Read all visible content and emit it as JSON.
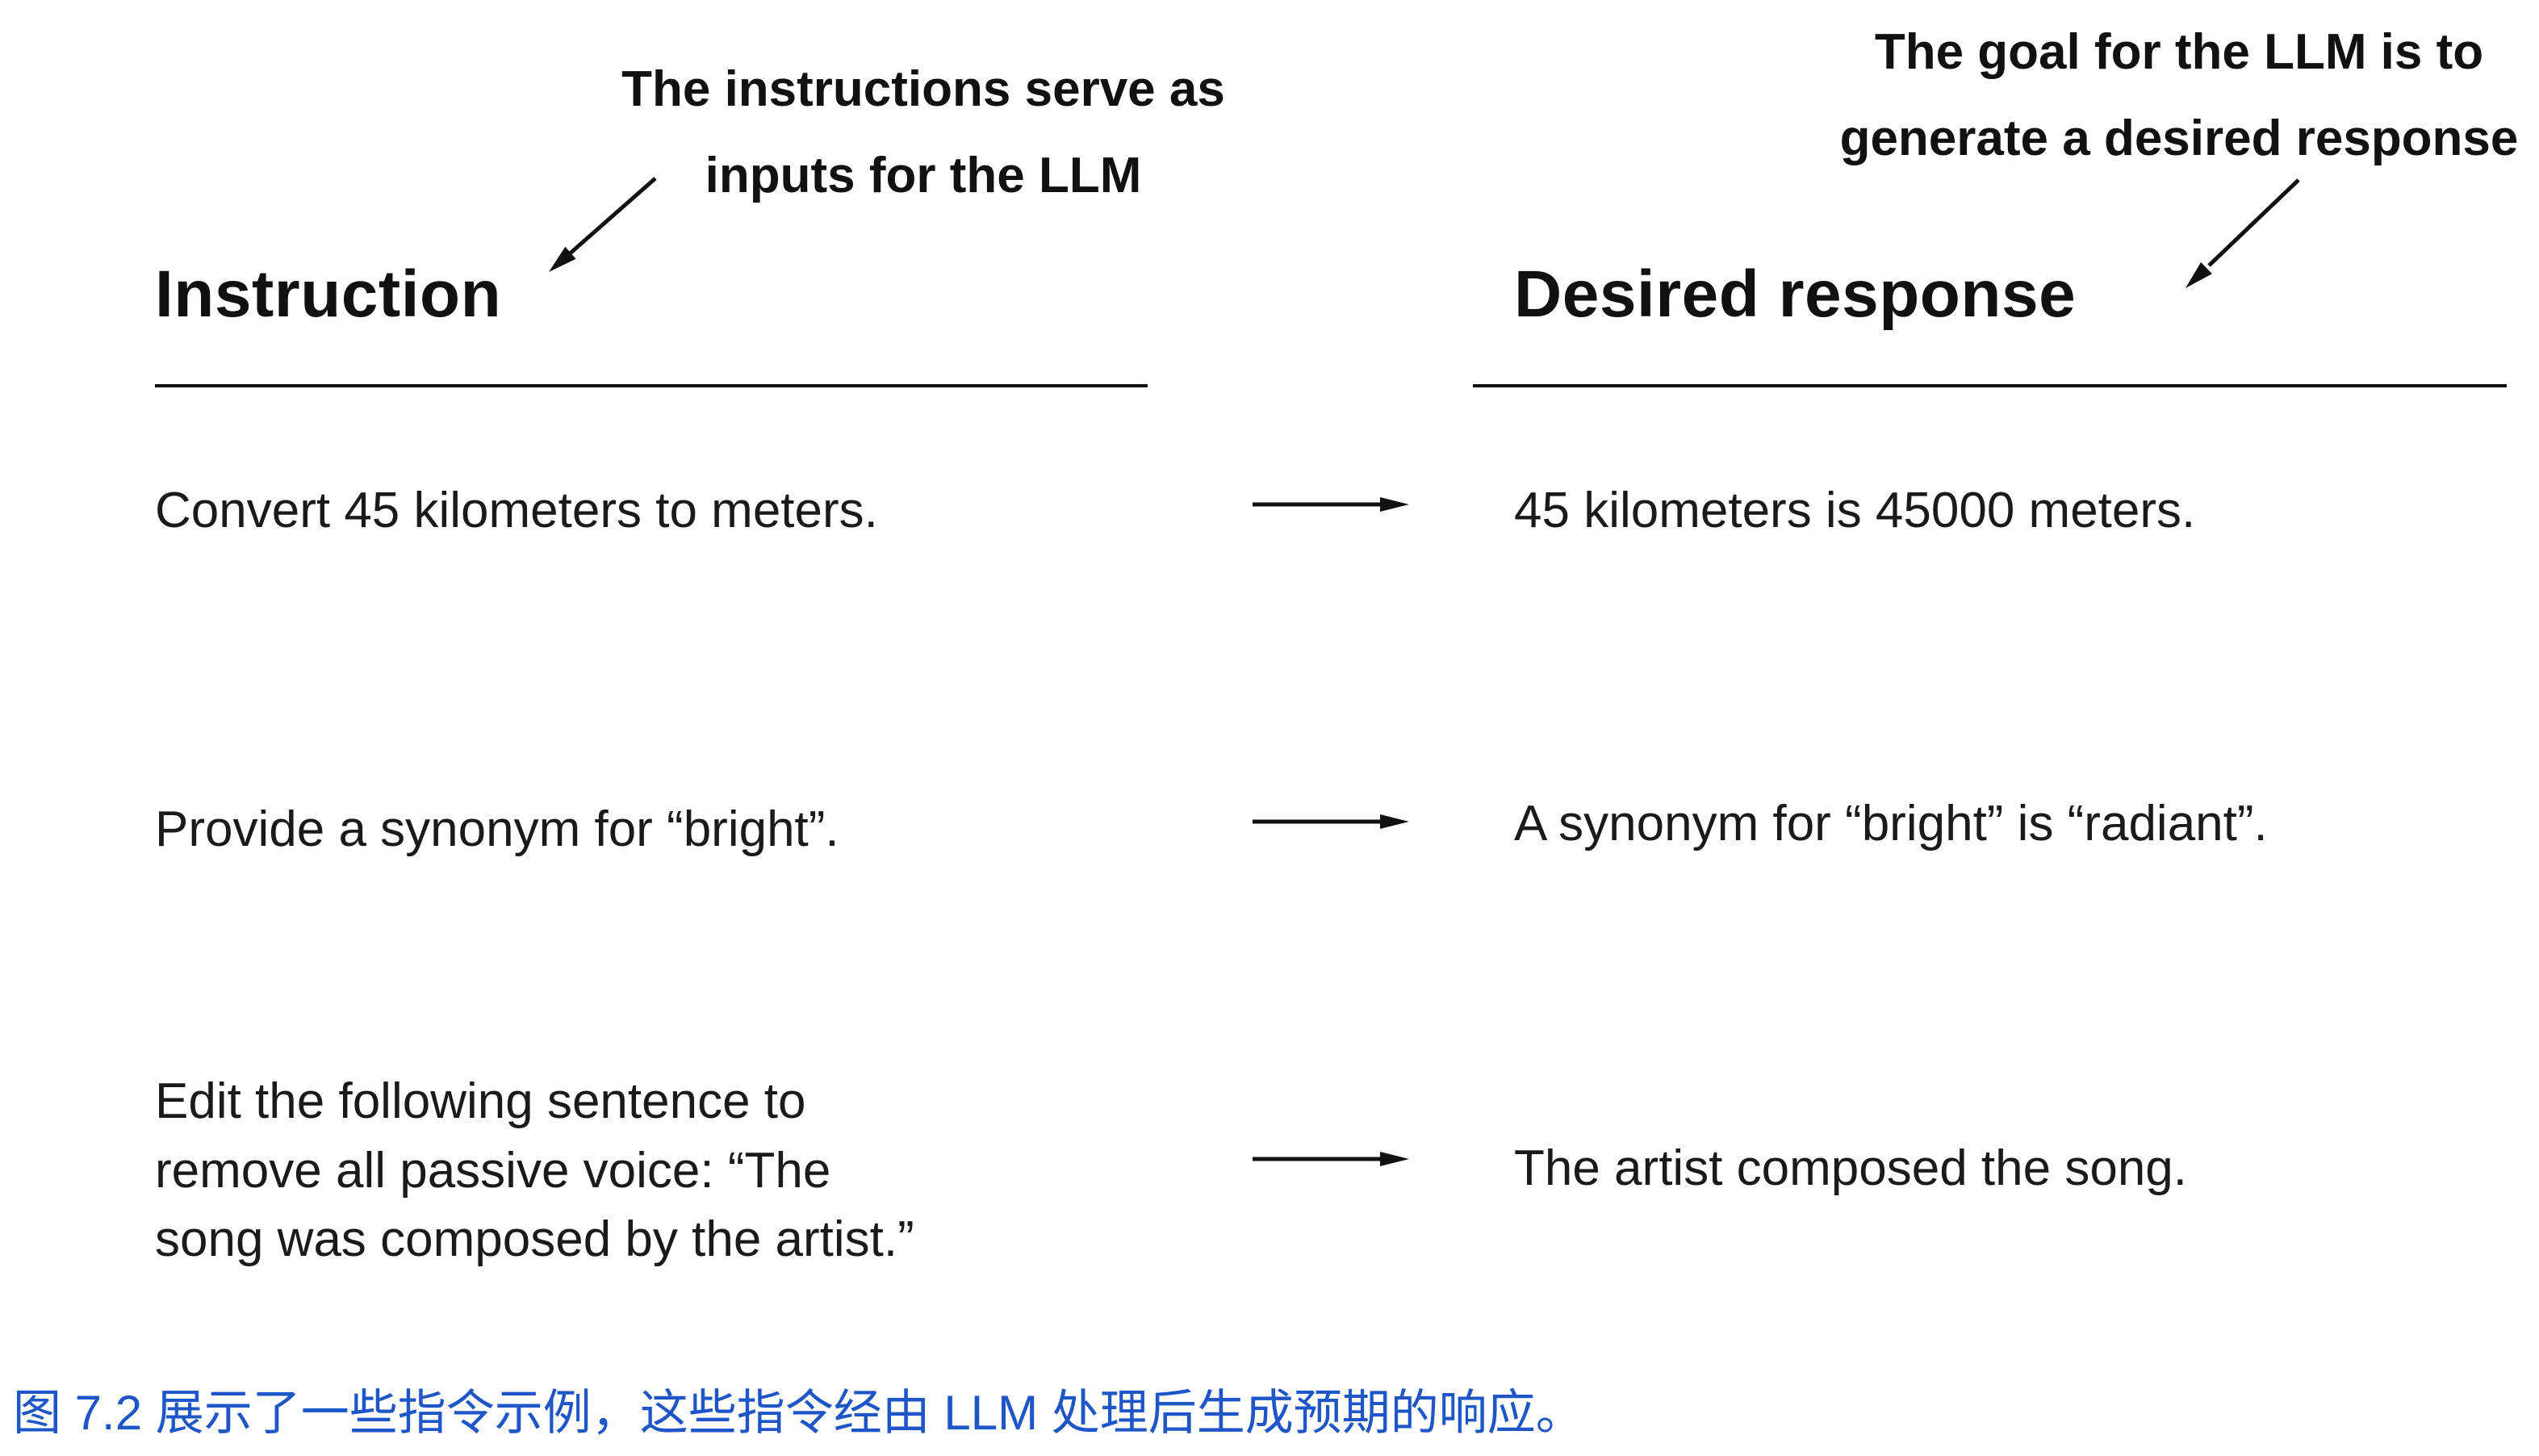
{
  "annotations": {
    "left": {
      "text": "The instructions serve as\ninputs for the LLM"
    },
    "right": {
      "text": "The goal for the LLM is to\ngenerate a desired response"
    }
  },
  "table": {
    "instruction_header": "Instruction",
    "response_header": "Desired response",
    "rows": [
      {
        "instruction": "Convert 45 kilometers to meters.",
        "response": "45 kilometers is 45000 meters."
      },
      {
        "instruction": "Provide a synonym for “bright”.",
        "response": "A synonym for “bright” is “radiant”."
      },
      {
        "instruction": "Edit the following sentence to\nremove all passive voice: “The\nsong was composed by the artist.”",
        "response": "The artist composed the song."
      }
    ]
  },
  "caption": {
    "text": "图 7.2 展示了一些指令示例，这些指令经由 LLM 处理后生成预期的响应。",
    "color": "#1E56C8"
  },
  "colors": {
    "ink": "#111111",
    "caption_blue": "#1E56C8"
  }
}
